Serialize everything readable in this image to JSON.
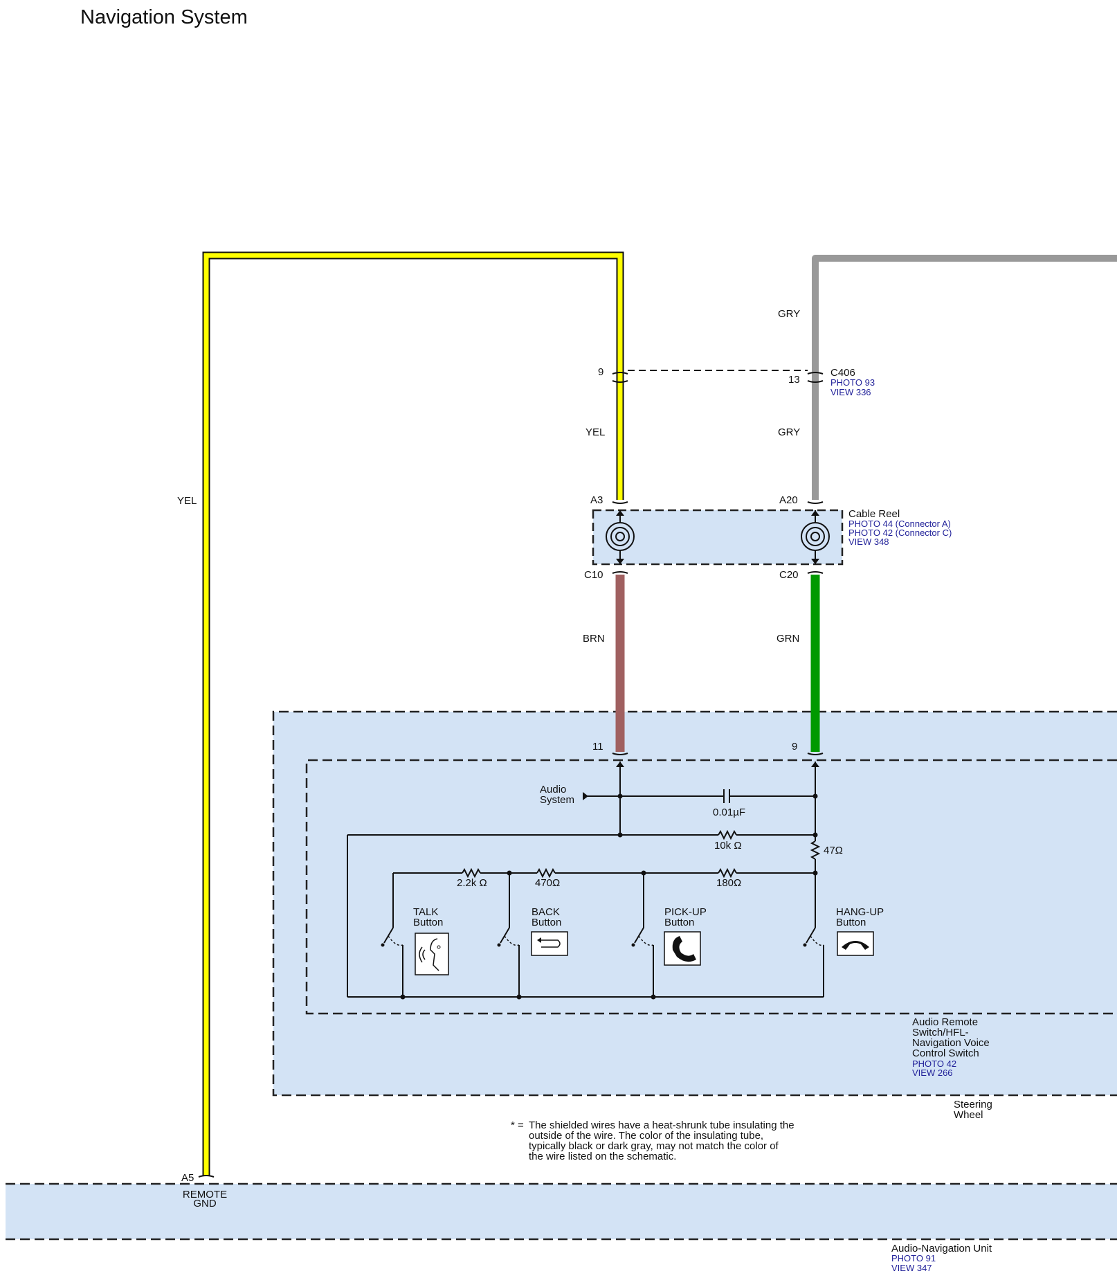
{
  "page_title": "Navigation System",
  "colors": {
    "yellow_wire": "#ffff00",
    "gray_wire": "#999999",
    "brown_wire": "#a06060",
    "green_wire": "#009900",
    "component_fill": "#d3e3f5",
    "reference_text": "#22229a"
  },
  "wires": {
    "left_yel": "YEL",
    "gry_top": "GRY",
    "yel_mid": "YEL",
    "gry_mid": "GRY",
    "brn": "BRN",
    "grn": "GRN"
  },
  "pins": {
    "c406_left": "9",
    "c406_right": "13",
    "reel_a3": "A3",
    "reel_a20": "A20",
    "reel_c10": "C10",
    "reel_c20": "C20",
    "switch_11": "11",
    "switch_9": "9",
    "unit_a5": "A5"
  },
  "connector_c406": {
    "name": "C406",
    "photo": "PHOTO 93",
    "view": "VIEW 336"
  },
  "cable_reel": {
    "name": "Cable Reel",
    "photo_a": "PHOTO 44 (Connector A)",
    "photo_c": "PHOTO 42 (Connector C)",
    "view": "VIEW 348"
  },
  "circuit": {
    "audio_system_line1": "Audio",
    "audio_system_line2": "System",
    "capacitor": "0.01µF",
    "r_10k": "10k Ω",
    "r_47": "47Ω",
    "r_2_2k": "2.2k Ω",
    "r_470": "470Ω",
    "r_180": "180Ω"
  },
  "buttons": [
    {
      "line1": "TALK",
      "line2": "Button",
      "icon": "voice-talk-icon"
    },
    {
      "line1": "BACK",
      "line2": "Button",
      "icon": "back-arrow-icon"
    },
    {
      "line1": "PICK-UP",
      "line2": "Button",
      "icon": "phone-pickup-icon"
    },
    {
      "line1": "HANG-UP",
      "line2": "Button",
      "icon": "phone-hangup-icon"
    }
  ],
  "switch_unit": {
    "line1": "Audio Remote",
    "line2": "Switch/HFL-",
    "line3": "Navigation Voice",
    "line4": "Control Switch",
    "photo": "PHOTO 42",
    "view": "VIEW 266"
  },
  "steering_wheel": {
    "line1": "Steering",
    "line2": "Wheel"
  },
  "note": {
    "marker": "* =",
    "line1": "The shielded wires have a heat-shrunk tube insulating the",
    "line2": "outside of the wire. The color of the insulating tube,",
    "line3": "typically black or dark gray, may not match the color of",
    "line4": "the wire listed on the schematic."
  },
  "remote_gnd": {
    "line1": "REMOTE",
    "line2": "GND"
  },
  "nav_unit": {
    "name": "Audio-Navigation Unit",
    "photo": "PHOTO 91",
    "view": "VIEW 347"
  }
}
